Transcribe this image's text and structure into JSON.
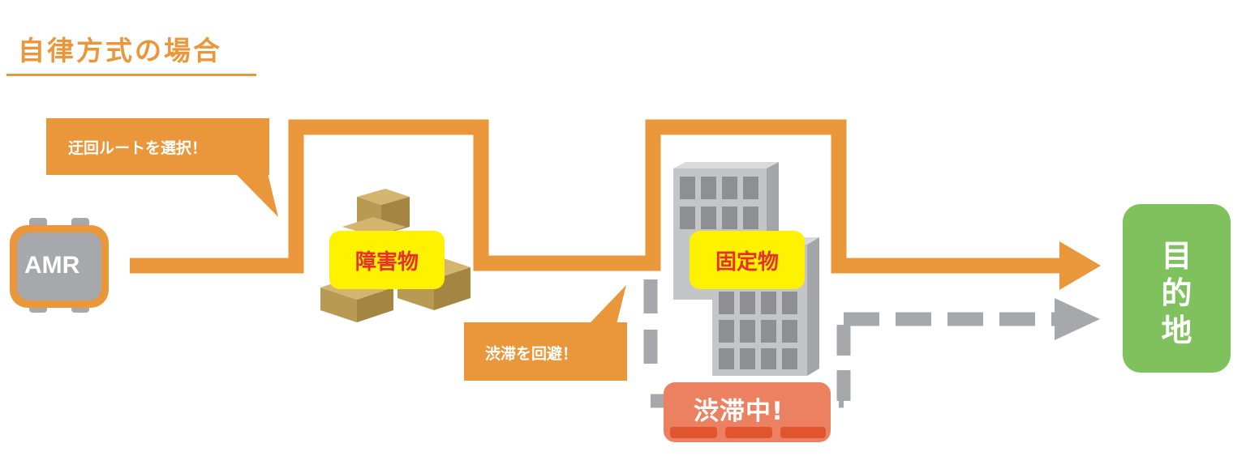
{
  "header": {
    "title": "自律方式の場合"
  },
  "callouts": {
    "detour": "迂回ルートを選択！",
    "avoid": "渋滞を回避！"
  },
  "robot": {
    "label": "AMR"
  },
  "obstacles": {
    "boxes_label": "障害物",
    "shelf_label": "固定物"
  },
  "jam": {
    "label": "渋滞中!"
  },
  "destination": {
    "chars": [
      "目",
      "的",
      "地"
    ]
  },
  "colors": {
    "accent_orange": "#e9973a",
    "route_dashed_gray": "#a7a8ac",
    "destination_green": "#7ec15d",
    "tag_yellow": "#fff200",
    "tag_red_text": "#e8302a",
    "jam_salmon": "#ec8162",
    "box_tan": "#c9a75f",
    "shelf_gray": "#bfc0c2"
  }
}
